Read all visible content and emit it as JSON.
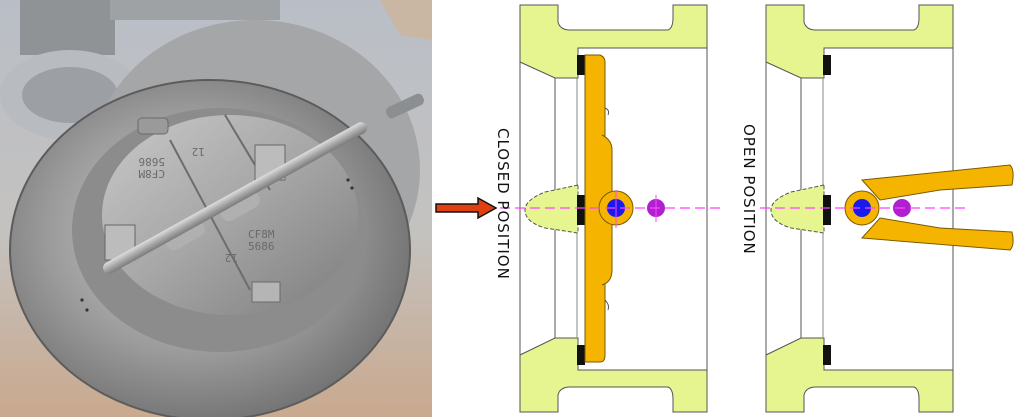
{
  "photo": {
    "subject": "dual-plate wafer check valve",
    "markings": {
      "plate_upper": [
        "CF8M",
        "5686",
        "12"
      ],
      "plate_lower": [
        "CF8M",
        "5686",
        "12"
      ]
    }
  },
  "diagram": {
    "closed": {
      "label": "CLOSED POSITION"
    },
    "open": {
      "label": "OPEN POSITION"
    },
    "flow_arrow": "flow-direction-arrow",
    "colors": {
      "body": "#e6f590",
      "plate": "#f5b400",
      "plate_outline": "#7a5a00",
      "hinge_pin": "#1a1aee",
      "stop_pin": "#b020d0",
      "centerline": "#ff44ff",
      "seal": "#111111",
      "arrow": "#e04010"
    }
  }
}
